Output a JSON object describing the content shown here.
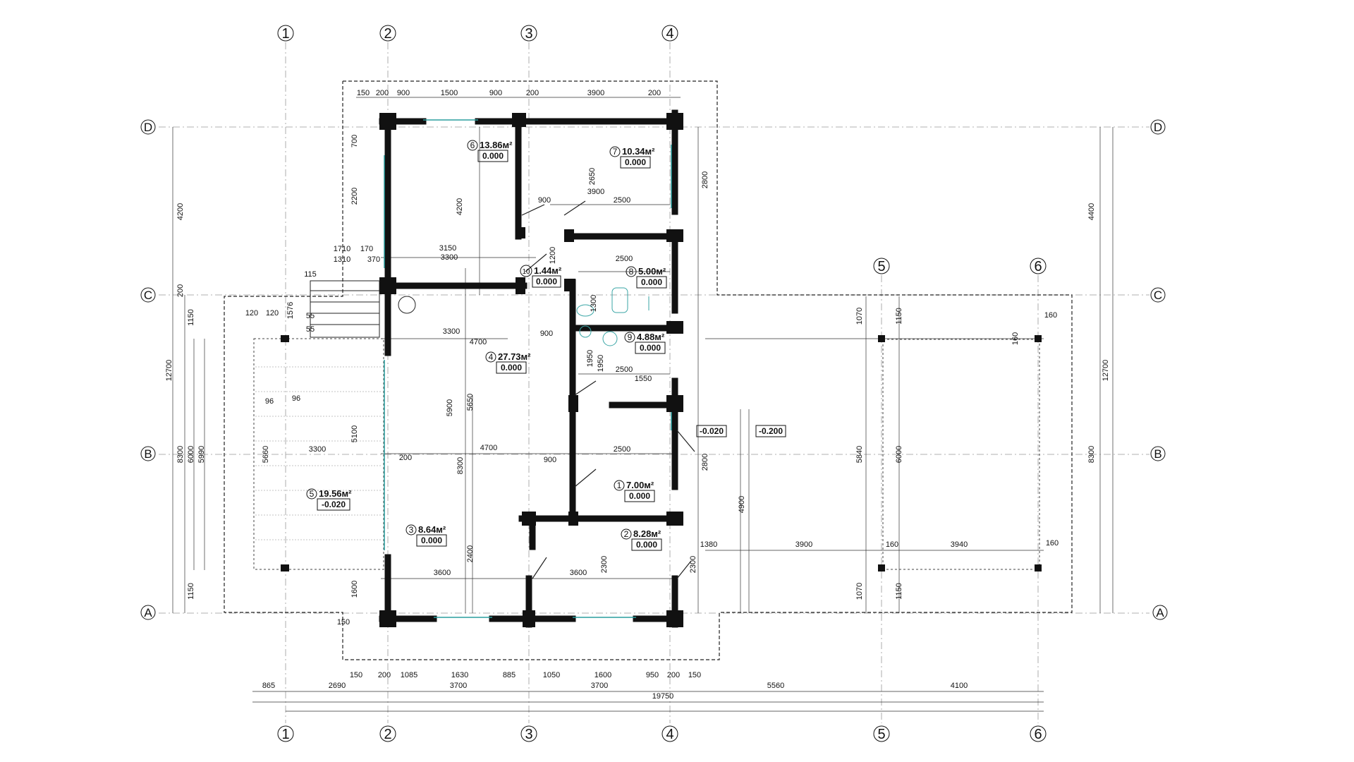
{
  "axes": {
    "columns": [
      "1",
      "2",
      "3",
      "4",
      "5",
      "6"
    ],
    "rows": [
      "D",
      "C",
      "B",
      "A"
    ]
  },
  "rooms": [
    {
      "num": "1",
      "area": "7.00м²",
      "level": "0.000"
    },
    {
      "num": "2",
      "area": "8.28м²",
      "level": "0.000"
    },
    {
      "num": "3",
      "area": "8.64м²",
      "level": "0.000"
    },
    {
      "num": "4",
      "area": "27.73м²",
      "level": "0.000"
    },
    {
      "num": "5",
      "area": "19.56м²",
      "level": "-0.020"
    },
    {
      "num": "6",
      "area": "13.86м²",
      "level": "0.000"
    },
    {
      "num": "7",
      "area": "10.34м²",
      "level": "0.000"
    },
    {
      "num": "8",
      "area": "5.00м²",
      "level": "0.000"
    },
    {
      "num": "9",
      "area": "4.88м²",
      "level": "0.000"
    },
    {
      "num": "10",
      "area": "1.44м²",
      "level": "0.000"
    }
  ],
  "levels": {
    "porch": "-0.020",
    "yard": "-0.200"
  },
  "dims": {
    "top": [
      "150",
      "200",
      "900",
      "1500",
      "900",
      "200",
      "3900",
      "200"
    ],
    "bottom_row1": [
      "150",
      "200",
      "1085",
      "1630",
      "885",
      "1050",
      "1600",
      "950",
      "200",
      "150"
    ],
    "bottom_row2": [
      "865",
      "2690",
      "3700",
      "3700",
      "5560",
      "4100"
    ],
    "total": "19750",
    "left": [
      "4200",
      "12700",
      "8300",
      "6000",
      "5990",
      "1150",
      "1150",
      "200"
    ],
    "right": [
      "4400",
      "12700",
      "8300"
    ],
    "canopy": [
      "3900",
      "3940",
      "160",
      "160",
      "160",
      "160",
      "5840",
      "6000",
      "1070",
      "1150",
      "1070",
      "1150",
      "1380"
    ],
    "interior": [
      "700",
      "2200",
      "4200",
      "3150",
      "3300",
      "3300",
      "4700",
      "4700",
      "5900",
      "5650",
      "8300",
      "3600",
      "3600",
      "2500",
      "2500",
      "2500",
      "2500",
      "2800",
      "2800",
      "1550",
      "900",
      "900",
      "900",
      "1200",
      "1300",
      "1950",
      "1950",
      "2650",
      "3900",
      "5100",
      "5660",
      "3300",
      "2400",
      "2300",
      "2300",
      "4900",
      "1600",
      "200",
      "150",
      "120",
      "120",
      "55",
      "55",
      "96",
      "96",
      "1576",
      "1710",
      "1310",
      "170",
      "370",
      "115"
    ]
  }
}
